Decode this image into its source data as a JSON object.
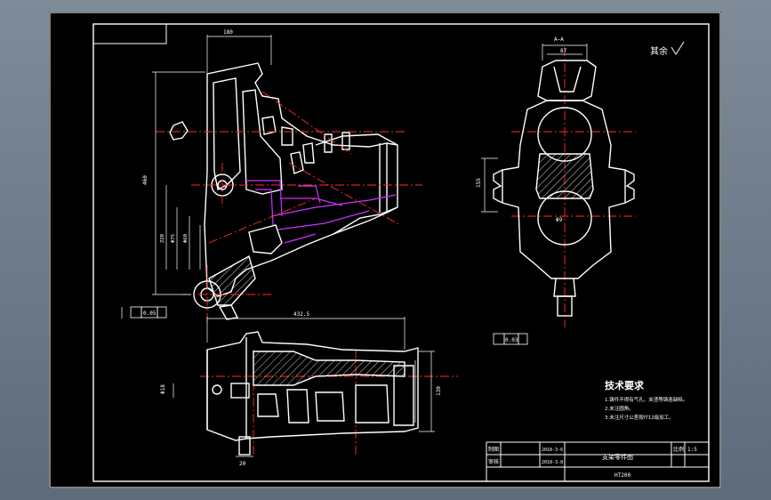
{
  "drawing": {
    "colors": {
      "background": "#000000",
      "outline": "#ffffff",
      "centerline": "#ff2d2d",
      "hidden_line": "#cc33ff",
      "hatch": "#ffffff",
      "viewport": "#6b7787"
    },
    "surface_finish": "其余",
    "tech_requirements": {
      "title": "技术要求",
      "items": [
        "1.铸件不得有气孔、夹渣等铸造缺陷。",
        "2.未注圆角。",
        "3.未注尺寸公差按IT12级加工。"
      ]
    },
    "title_block": {
      "part_name": "支架零件图",
      "scale_label": "比例",
      "scale": "1:5",
      "row1_label": "制图",
      "row2_label": "审核",
      "date1": "2018-3-6",
      "date2": "2018-3-8",
      "drawing_no": "HT200"
    },
    "section_label": "A—A",
    "dimensions": {
      "top_width": "180",
      "left_height": "460",
      "mid_height": "220",
      "bore1": "Φ75",
      "bore2": "Φ60",
      "bottom_length": "432.5",
      "right_height": "130",
      "side_height": "155",
      "right_width": "87",
      "bottom_dia": "Φ18",
      "small_dia": "Φ9",
      "pin": "20",
      "tol_a": "0.05",
      "tol_b": "0.03"
    }
  }
}
